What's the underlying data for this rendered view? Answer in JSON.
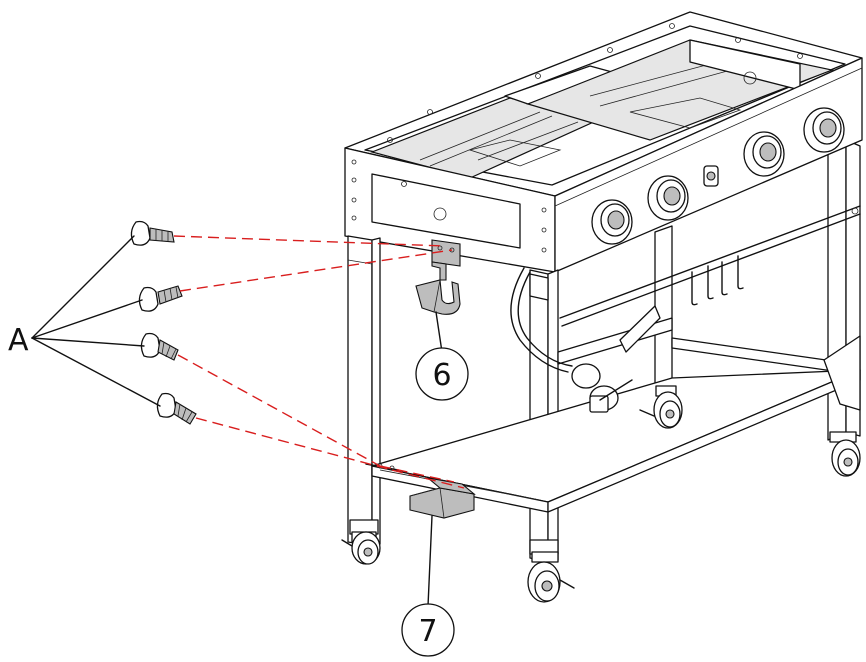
{
  "labels": {
    "screw_group": "A",
    "part_hook": "6",
    "part_holder": "7"
  },
  "colors": {
    "dashed_guides": "#d91e1e",
    "line_art": "#111111",
    "part_fill": "#bdbdbd"
  }
}
